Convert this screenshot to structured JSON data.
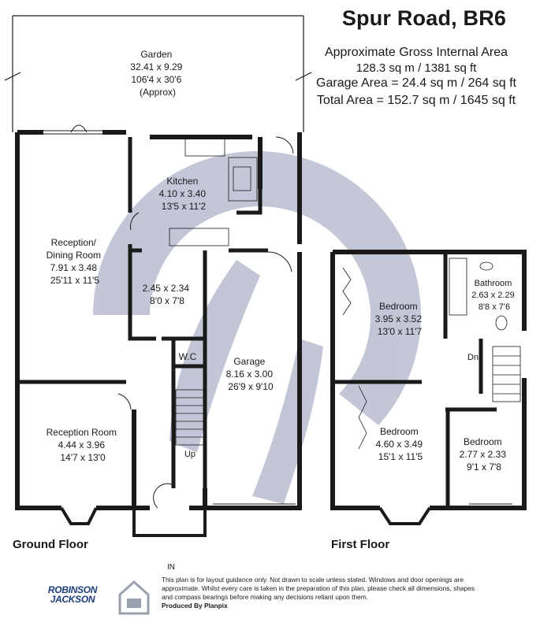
{
  "title": "Spur Road, BR6",
  "areas": {
    "gross_label": "Approximate Gross Internal Area",
    "gross_value": "128.3 sq m / 1381 sq ft",
    "garage": "Garage Area =  24.4 sq m / 264 sq ft",
    "total": "Total Area = 152.7 sq m / 1645 sq ft"
  },
  "floors": {
    "ground": "Ground Floor",
    "first": "First Floor"
  },
  "rooms": {
    "garden": [
      "Garden",
      "32.41 x 9.29",
      "106'4 x 30'6",
      "(Approx)"
    ],
    "kitchen": [
      "Kitchen",
      "4.10 x 3.40",
      "13'5 x 11'2"
    ],
    "reception_dining": [
      "Reception/",
      "Dining Room",
      "7.91 x 3.48",
      "25'11 x 11'5"
    ],
    "utility": [
      "2.45 x 2.34",
      "8'0 x 7'8"
    ],
    "wc": [
      "W.C"
    ],
    "garage": [
      "Garage",
      "8.16 x 3.00",
      "26'9 x 9'10"
    ],
    "reception_room": [
      "Reception Room",
      "4.44 x 3.96",
      "14'7 x 13'0"
    ],
    "bedroom1": [
      "Bedroom",
      "3.95 x 3.52",
      "13'0 x 11'7"
    ],
    "bathroom": [
      "Bathroom",
      "2.63 x 2.29",
      "8'8 x 7'6"
    ],
    "bedroom2": [
      "Bedroom",
      "4.60 x 3.49",
      "15'1 x 11'5"
    ],
    "bedroom3": [
      "Bedroom",
      "2.77 x 2.33",
      "9'1 x 7'8"
    ]
  },
  "stairs": {
    "up": "Up",
    "down": "Dn"
  },
  "entry": "IN",
  "disclaimer": {
    "text": "This plan is for layout guidance only. Not drawn to scale unless stated. Windows and door openings are approximate. Whilst every care is taken in the preparation of this plan, please check all dimensions, shapes and compass bearings before making any decisions reliant upon them.",
    "producer": "Produced By Planpix"
  },
  "logo": {
    "line1": "ROBINSON",
    "line2": "JACKSON"
  },
  "colors": {
    "wall": "#1a1a1a",
    "watermark": "#b9bdd0",
    "logo": "#1d3d7a"
  }
}
